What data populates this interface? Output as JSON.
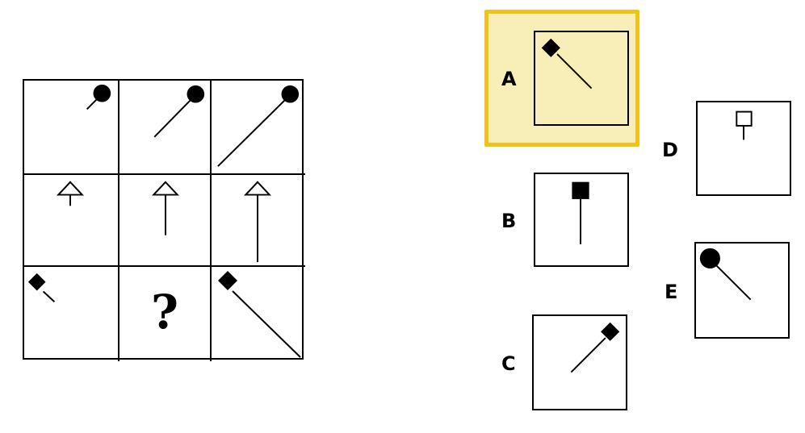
{
  "puzzle": {
    "missing_cell_symbol": "?",
    "rows": [
      {
        "shape": "circle-filled",
        "cells": [
          {
            "icon": "circle-pin-icon",
            "length": "short"
          },
          {
            "icon": "circle-pin-icon",
            "length": "medium"
          },
          {
            "icon": "circle-pin-icon",
            "length": "long"
          }
        ]
      },
      {
        "shape": "arrow-outline",
        "cells": [
          {
            "icon": "up-arrow-icon",
            "length": "short"
          },
          {
            "icon": "up-arrow-icon",
            "length": "medium"
          },
          {
            "icon": "up-arrow-icon",
            "length": "long"
          }
        ]
      },
      {
        "shape": "diamond-filled",
        "cells": [
          {
            "icon": "diamond-pin-icon",
            "length": "short"
          },
          {
            "icon": "missing"
          },
          {
            "icon": "diamond-pin-icon",
            "length": "long"
          }
        ]
      }
    ]
  },
  "options": [
    {
      "label": "A",
      "icon": "diamond-pin-icon",
      "selected": true
    },
    {
      "label": "B",
      "icon": "square-pin-icon",
      "selected": false
    },
    {
      "label": "C",
      "icon": "diamond-pin-icon",
      "selected": false
    },
    {
      "label": "D",
      "icon": "square-outline-pin-icon",
      "selected": false
    },
    {
      "label": "E",
      "icon": "circle-pin-icon",
      "selected": false
    }
  ],
  "colors": {
    "selected_fill": "#f8eeb8",
    "selected_border": "#f1c21b",
    "ink": "#000000"
  }
}
